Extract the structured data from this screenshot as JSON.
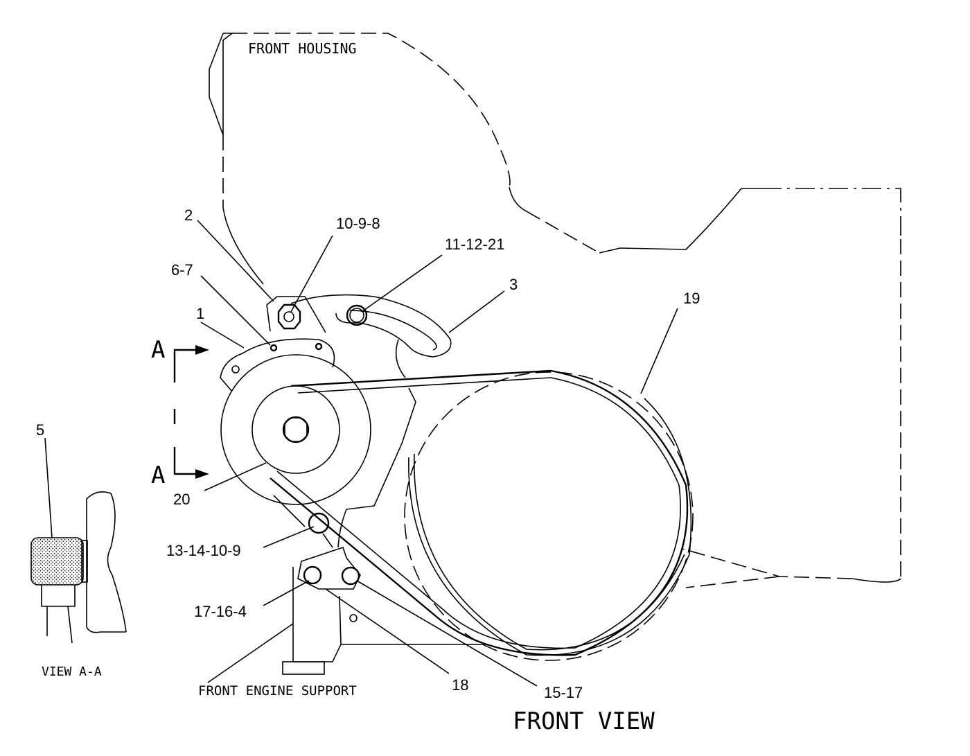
{
  "labels": {
    "front_housing": "FRONT HOUSING",
    "front_view": "FRONT VIEW",
    "view_aa": "VIEW A-A",
    "front_engine_support": "FRONT ENGINE SUPPORT",
    "section_a_top": "A",
    "section_a_bottom": "A"
  },
  "callouts": {
    "c1": "1",
    "c2": "2",
    "c3": "3",
    "c5": "5",
    "c6_7": "6-7",
    "c10_9_8": "10-9-8",
    "c11_12_21": "11-12-21",
    "c19": "19",
    "c20": "20",
    "c13_14_10_9": "13-14-10-9",
    "c17_16_4": "17-16-4",
    "c18": "18",
    "c15_17": "15-17"
  }
}
